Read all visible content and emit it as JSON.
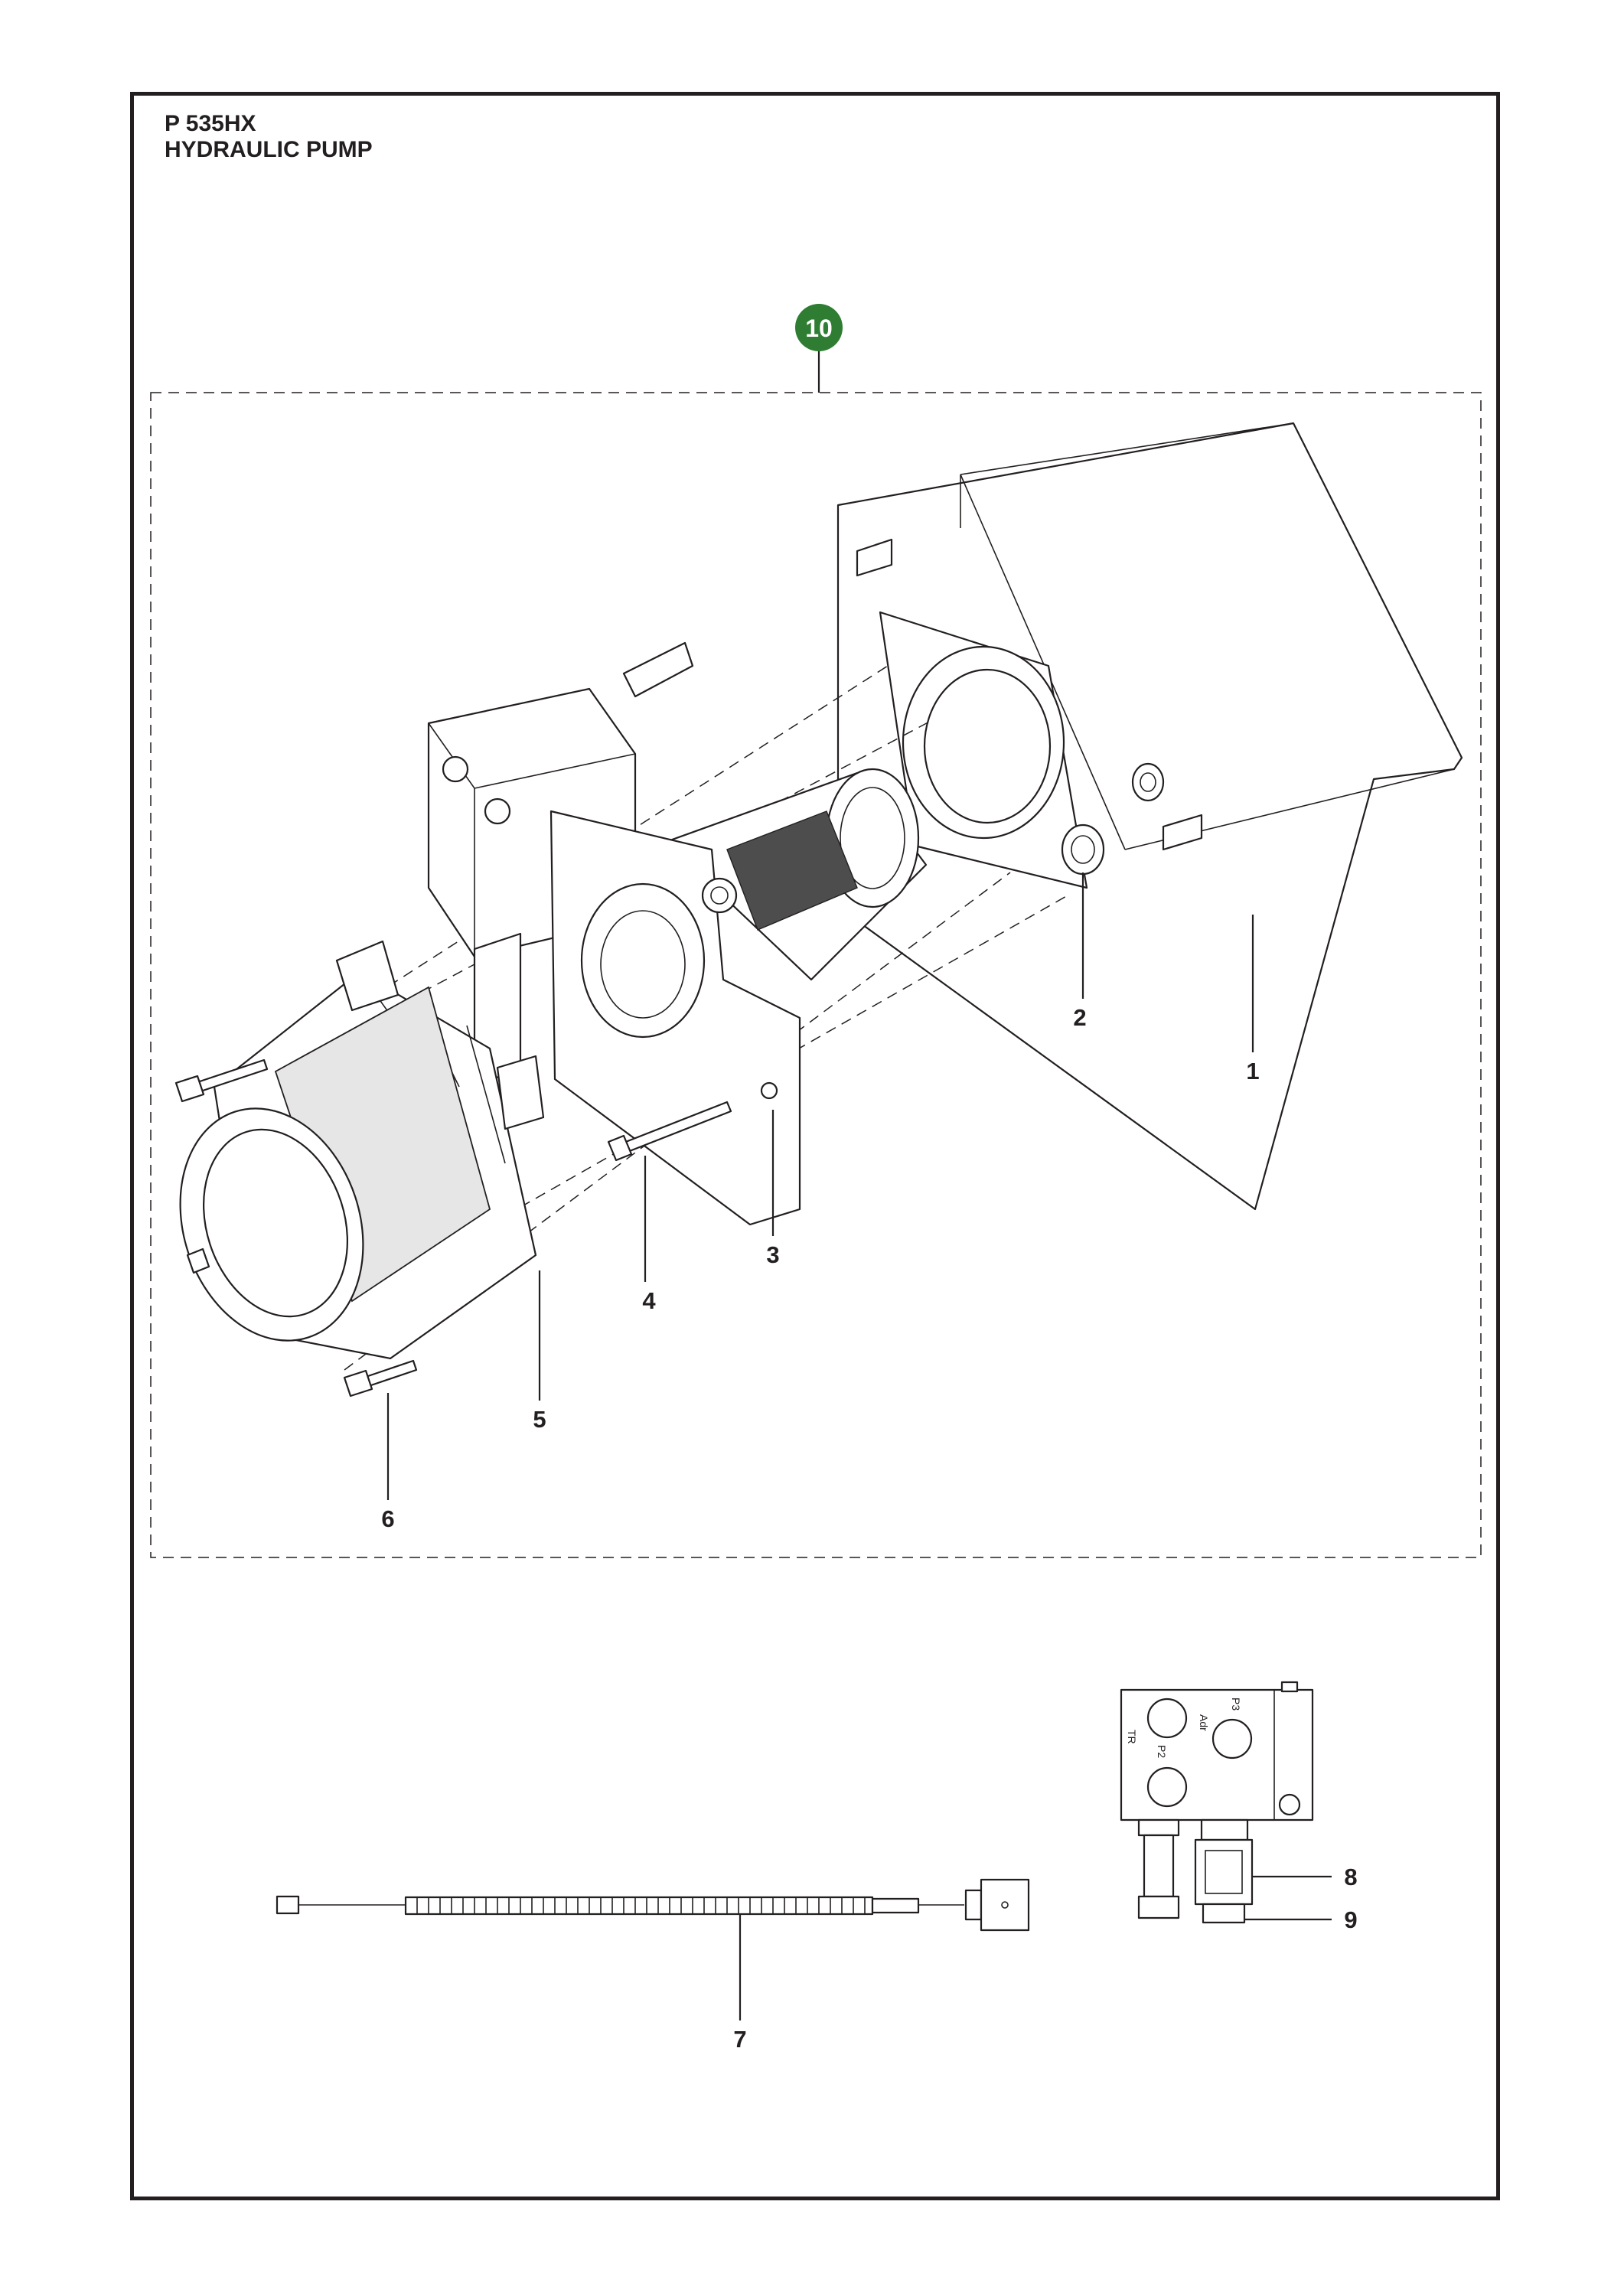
{
  "header": {
    "model": "P 535HX",
    "section": "HYDRAULIC PUMP"
  },
  "assembly_badge": {
    "number": "10",
    "color": "#2e7d32"
  },
  "callouts": [
    {
      "id": "1",
      "text": "1"
    },
    {
      "id": "2",
      "text": "2"
    },
    {
      "id": "3",
      "text": "3"
    },
    {
      "id": "4",
      "text": "4"
    },
    {
      "id": "5",
      "text": "5"
    },
    {
      "id": "6",
      "text": "6"
    },
    {
      "id": "7",
      "text": "7"
    },
    {
      "id": "8",
      "text": "8"
    },
    {
      "id": "9",
      "text": "9"
    }
  ],
  "valve_block_ports": {
    "a": "Adr",
    "p3": "P3",
    "tr": "TR",
    "p2": "P2"
  },
  "colors": {
    "line": "#231f20",
    "badge": "#2e7d32"
  }
}
